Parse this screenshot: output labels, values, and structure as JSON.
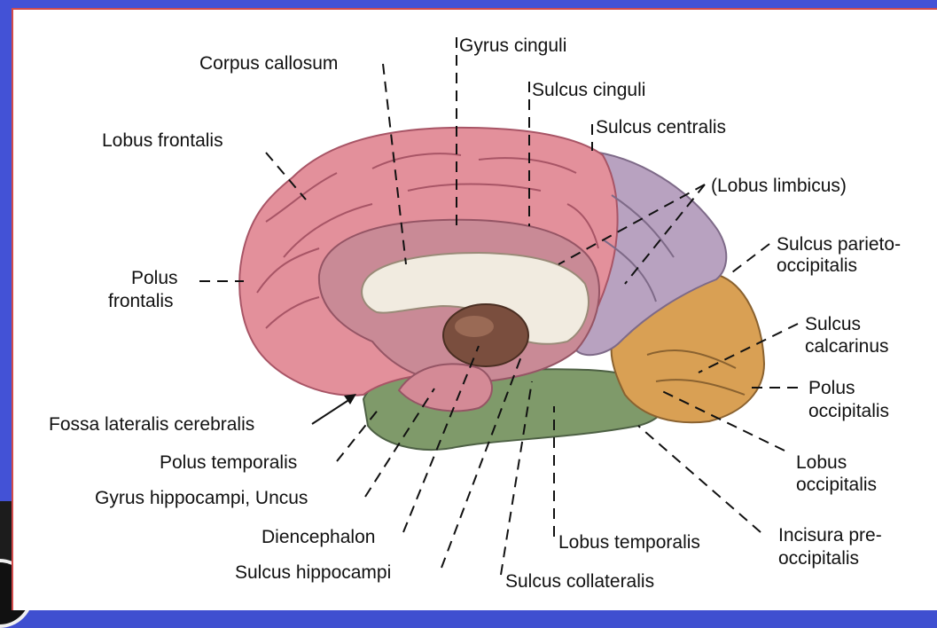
{
  "labels": {
    "corpus_callosum": "Corpus callosum",
    "gyrus_cinguli": "Gyrus cinguli",
    "sulcus_cinguli": "Sulcus cinguli",
    "sulcus_centralis": "Sulcus centralis",
    "lobus_frontalis": "Lobus frontalis",
    "lobus_limbicus": "(Lobus limbicus)",
    "sulcus_parieto_1": "Sulcus parieto-",
    "sulcus_parieto_2": "occipitalis",
    "polus_frontalis_1": "Polus",
    "polus_frontalis_2": "frontalis",
    "sulcus_calcarinus_1": "Sulcus",
    "sulcus_calcarinus_2": "calcarinus",
    "polus_occipitalis_1": "Polus",
    "polus_occipitalis_2": "occipitalis",
    "fossa_lateralis": "Fossa lateralis cerebralis",
    "polus_temporalis": "Polus temporalis",
    "lobus_occipitalis_1": "Lobus",
    "lobus_occipitalis_2": "occipitalis",
    "gyrus_hippocampi": "Gyrus hippocampi, Uncus",
    "diencephalon": "Diencephalon",
    "lobus_temporalis": "Lobus temporalis",
    "incisura_1": "Incisura pre-",
    "incisura_2": "occipitalis",
    "sulcus_hippocampi": "Sulcus hippocampi",
    "sulcus_collateralis": "Sulcus collateralis"
  },
  "colors": {
    "frontal": "#e3909b",
    "frontal_dark": "#c46a78",
    "limbic": "#c98a96",
    "parietal": "#b8a2c0",
    "occipital": "#d9a054",
    "temporal": "#7f9a6a",
    "diencephalon": "#7a4e3e",
    "callosum": "#f1ebe0"
  }
}
